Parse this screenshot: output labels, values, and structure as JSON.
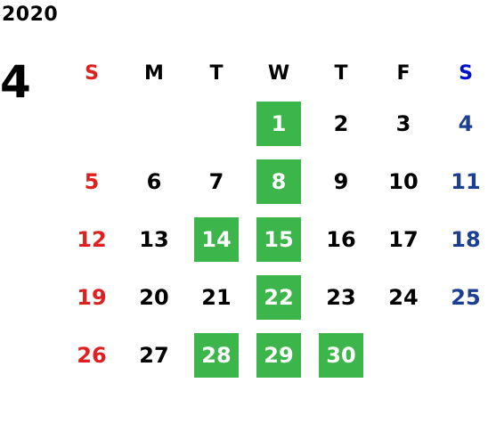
{
  "calendar": {
    "year": "2020",
    "month": "4",
    "weekdays": [
      "S",
      "M",
      "T",
      "W",
      "T",
      "F",
      "S"
    ],
    "colors": {
      "sunday": "#e02020",
      "saturday": "#1c3f94",
      "highlight_bg": "#3cb54a",
      "highlight_text": "#ffffff"
    },
    "weeks": [
      [
        {
          "day": "",
          "hl": false
        },
        {
          "day": "",
          "hl": false
        },
        {
          "day": "",
          "hl": false
        },
        {
          "day": "1",
          "hl": true
        },
        {
          "day": "2",
          "hl": false
        },
        {
          "day": "3",
          "hl": false
        },
        {
          "day": "4",
          "hl": false
        }
      ],
      [
        {
          "day": "5",
          "hl": false
        },
        {
          "day": "6",
          "hl": false
        },
        {
          "day": "7",
          "hl": false
        },
        {
          "day": "8",
          "hl": true
        },
        {
          "day": "9",
          "hl": false
        },
        {
          "day": "10",
          "hl": false
        },
        {
          "day": "11",
          "hl": false
        }
      ],
      [
        {
          "day": "12",
          "hl": false
        },
        {
          "day": "13",
          "hl": false
        },
        {
          "day": "14",
          "hl": true
        },
        {
          "day": "15",
          "hl": true
        },
        {
          "day": "16",
          "hl": false
        },
        {
          "day": "17",
          "hl": false
        },
        {
          "day": "18",
          "hl": false
        }
      ],
      [
        {
          "day": "19",
          "hl": false
        },
        {
          "day": "20",
          "hl": false
        },
        {
          "day": "21",
          "hl": false
        },
        {
          "day": "22",
          "hl": true
        },
        {
          "day": "23",
          "hl": false
        },
        {
          "day": "24",
          "hl": false
        },
        {
          "day": "25",
          "hl": false
        }
      ],
      [
        {
          "day": "26",
          "hl": false
        },
        {
          "day": "27",
          "hl": false
        },
        {
          "day": "28",
          "hl": true
        },
        {
          "day": "29",
          "hl": true
        },
        {
          "day": "30",
          "hl": true
        },
        {
          "day": "",
          "hl": false
        },
        {
          "day": "",
          "hl": false
        }
      ]
    ]
  }
}
